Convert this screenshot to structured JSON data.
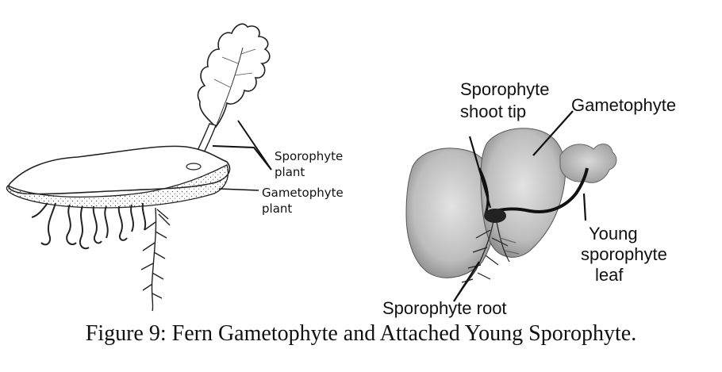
{
  "left_diagram": {
    "label_sporophyte_line1": "Sporophyte",
    "label_sporophyte_line2": "plant",
    "label_gametophyte_line1": "Gametophyte",
    "label_gametophyte_line2": "plant"
  },
  "right_diagram": {
    "label_shoot_line1": "Sporophyte",
    "label_shoot_line2": "shoot tip",
    "label_gametophyte": "Gametophyte",
    "label_leaf_line1": "Young",
    "label_leaf_line2": "sporophyte",
    "label_leaf_line3": "leaf",
    "label_root": "Sporophyte root"
  },
  "caption": "Figure 9:  Fern Gametophyte and Attached Young Sporophyte."
}
